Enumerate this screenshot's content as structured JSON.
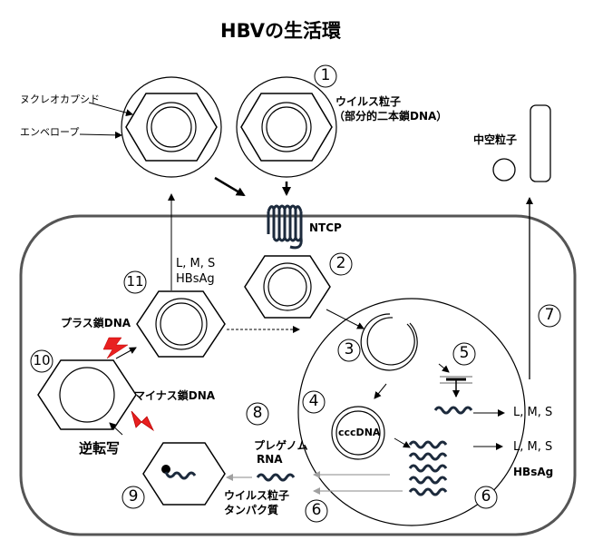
{
  "title": "HBVの生活環",
  "labels": {
    "nucleocapsid": "ヌクレオカプシド",
    "envelope": "エンベロープ",
    "virus_particle_line1": "ウイルス粒子",
    "virus_particle_line2": "（部分的二本鎖DNA）",
    "empty_particle": "中空粒子",
    "ntcp": "NTCP",
    "lms_step11": "L, M, S",
    "hbsag_step11": "HBsAg",
    "plus_strand": "プラス鎖DNA",
    "minus_strand": "マイナス鎖DNA",
    "reverse_transcription": "逆転写",
    "pregenome_line1": "プレゲノム",
    "pregenome_line2": "RNA",
    "viral_protein_line1": "ウイルス粒子",
    "viral_protein_line2": "タンパク質",
    "cccdna": "cccDNA",
    "lms_upper": "L, M, S",
    "lms_lower": "L, M, S",
    "hbsag": "HBsAg"
  },
  "steps": [
    "1",
    "2",
    "3",
    "4",
    "5",
    "6",
    "7",
    "8",
    "9",
    "10",
    "11"
  ]
}
